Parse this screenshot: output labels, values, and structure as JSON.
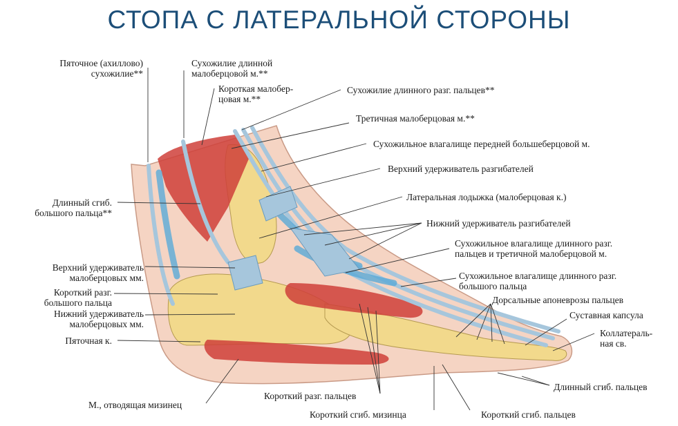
{
  "title": "СТОПА С ЛАТЕРАЛЬНОЙ СТОРОНЫ",
  "colors": {
    "title": "#1c4e78",
    "skin": "#f5d4c3",
    "bone": "#f2d98c",
    "muscle": "#cf3f3a",
    "tendon": "#a6c6dc",
    "sheath": "#5aaad8",
    "leader": "#333333"
  },
  "labels": {
    "achilles": "Пяточное (ахиллово)\nсухожилие**",
    "fib_longus_tendon": "Сухожилие длинной\nмалоберцовой м.**",
    "fib_brevis": "Короткая малобер-\nцовая м.**",
    "ext_dig_longus_tendon": "Сухожилие длинного разг. пальцев**",
    "fib_tertius": "Третичная малоберцовая м.**",
    "tib_ant_sheath": "Сухожильное влагалище передней большеберцовой м.",
    "sup_ext_retinaculum": "Верхний удерживатель разгибателей",
    "lat_malleolus": "Латеральная лодыжка (малоберцовая к.)",
    "inf_ext_retinaculum": "Нижний удерживатель разгибателей",
    "ext_dig_sheath": "Сухожильное влагалище длинного разг.\nпальцев и третичной малоберцовой м.",
    "ext_hal_sheath": "Сухожильное влагалище длинного разг.\nбольшого пальца",
    "dorsal_aponeuroses": "Дорсальные апоневрозы пальцев",
    "joint_capsule": "Суставная капсула",
    "collateral_lig": "Коллатераль-\nная св.",
    "flex_dig_longus": "Длинный сгиб. пальцев",
    "flex_dig_brevis": "Короткий сгиб. пальцев",
    "flex_dig_minimi": "Короткий сгиб. мизинца",
    "ext_dig_brevis": "Короткий разг. пальцев",
    "abd_dig_minimi": "М., отводящая мизинец",
    "calcaneus": "Пяточная к.",
    "inf_fib_retinaculum": "Нижний удерживатель\nмалоберцовых мм.",
    "ext_hal_brevis": "Короткий разг.\nбольшого пальца",
    "sup_fib_retinaculum": "Верхний удерживатель\nмалоберцовых мм.",
    "flex_hal_longus": "Длинный сгиб.\nбольшого пальца**"
  }
}
